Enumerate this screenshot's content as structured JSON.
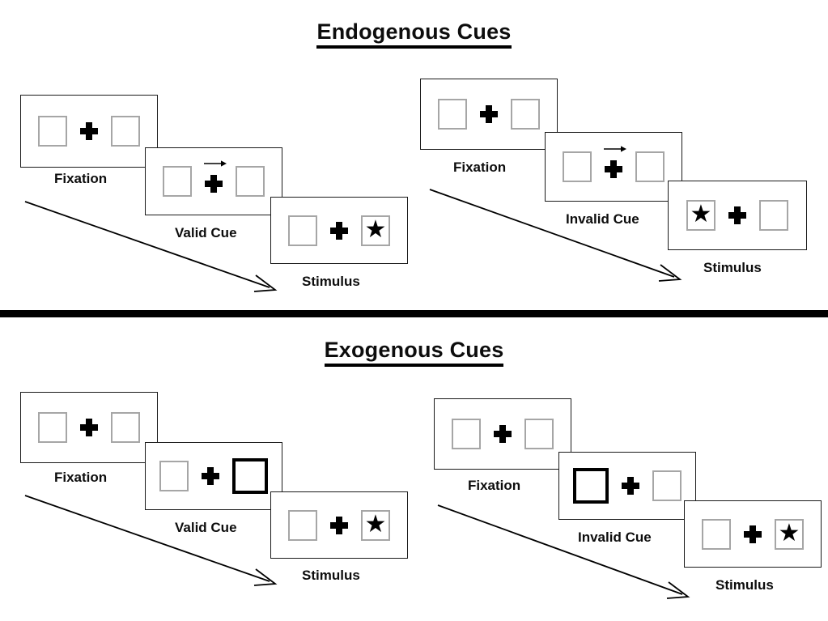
{
  "figure": {
    "title_top": "Endogenous Cues",
    "title_bottom": "Exogenous Cues"
  },
  "sections": [
    {
      "id": "endogenous",
      "title": "Endogenous Cues",
      "sequences": [
        {
          "id": "endogenous-valid",
          "condition": "Valid Cue",
          "frames": [
            {
              "label": "Fixation",
              "left_box": "empty",
              "right_box": "empty",
              "center": "plus"
            },
            {
              "label": "Valid Cue",
              "left_box": "empty",
              "right_box": "empty",
              "center": "plus-with-right-arrow"
            },
            {
              "label": "Stimulus",
              "left_box": "empty",
              "right_box": "star",
              "center": "plus"
            }
          ]
        },
        {
          "id": "endogenous-invalid",
          "condition": "Invalid Cue",
          "frames": [
            {
              "label": "Fixation",
              "left_box": "empty",
              "right_box": "empty",
              "center": "plus"
            },
            {
              "label": "Invalid Cue",
              "left_box": "empty",
              "right_box": "empty",
              "center": "plus-with-right-arrow"
            },
            {
              "label": "Stimulus",
              "left_box": "star",
              "right_box": "empty",
              "center": "plus"
            }
          ]
        }
      ]
    },
    {
      "id": "exogenous",
      "title": "Exogenous Cues",
      "sequences": [
        {
          "id": "exogenous-valid",
          "condition": "Valid Cue",
          "frames": [
            {
              "label": "Fixation",
              "left_box": "empty",
              "right_box": "empty",
              "center": "plus"
            },
            {
              "label": "Valid Cue",
              "left_box": "empty",
              "right_box": "cued",
              "center": "plus"
            },
            {
              "label": "Stimulus",
              "left_box": "empty",
              "right_box": "star",
              "center": "plus"
            }
          ]
        },
        {
          "id": "exogenous-invalid",
          "condition": "Invalid Cue",
          "frames": [
            {
              "label": "Fixation",
              "left_box": "empty",
              "right_box": "empty",
              "center": "plus"
            },
            {
              "label": "Invalid Cue",
              "left_box": "cued",
              "right_box": "empty",
              "center": "plus"
            },
            {
              "label": "Stimulus",
              "left_box": "empty",
              "right_box": "star",
              "center": "plus"
            }
          ]
        }
      ]
    }
  ],
  "labels": {
    "fixation": "Fixation",
    "valid_cue": "Valid Cue",
    "invalid_cue": "Invalid Cue",
    "stimulus": "Stimulus"
  },
  "icons": {
    "star": "★",
    "fixation_cross": "plus-icon",
    "cue_arrow": "arrow-right-icon",
    "time_flow": "diagonal-arrow-icon"
  },
  "colors": {
    "panel_border": "#1a1a1a",
    "box_border": "#a6a6a6",
    "cued_box_border": "#000000",
    "ink": "#000000",
    "background": "#ffffff"
  }
}
